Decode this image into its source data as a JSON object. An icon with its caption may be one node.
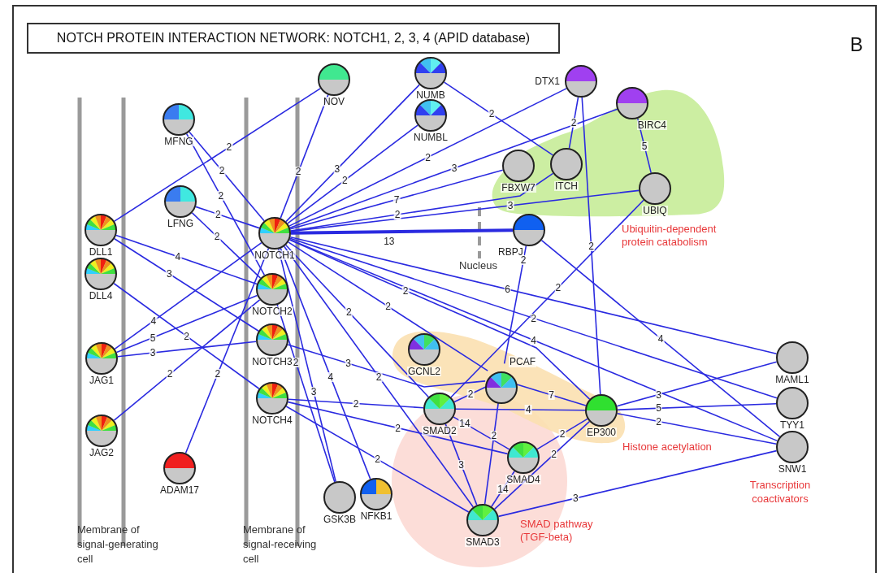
{
  "diagram": {
    "title": "NOTCH PROTEIN INTERACTION NETWORK: NOTCH1, 2, 3, 4 (APID database)",
    "nodes": [
      {
        "text": [
          "NOV"
        ]
      },
      {
        "text": [
          "NUMB"
        ]
      },
      {
        "text": [
          "NUMBL"
        ]
      },
      {
        "text": [
          "DTX1"
        ]
      },
      {
        "text": [
          "Ubiquitin-dependent protein catabolism"
        ]
      },
      {
        "text": [
          "BIRC4"
        ],
        "in": 4
      },
      {
        "text": [
          "MFNG"
        ]
      },
      {
        "text": [
          "FBXW7"
        ],
        "in": 4
      },
      {
        "text": [
          "ITCH"
        ],
        "in": 4
      },
      {
        "text": [
          "UBIQ"
        ],
        "in": 4
      },
      {
        "text": [
          "LFNG"
        ]
      },
      {
        "text": [
          "DLL1"
        ]
      },
      {
        "text": [
          "NOTCH1"
        ]
      },
      {
        "text": [
          "RBPJ"
        ]
      },
      {
        "text": [
          "DLL4"
        ]
      },
      {
        "text": [
          "NOTCH2"
        ]
      },
      {
        "text": [
          "NOTCH3"
        ]
      },
      {
        "text": [
          "Histone acetylation"
        ]
      },
      {
        "text": [
          "GCNL2"
        ],
        "in": 17
      },
      {
        "text": [
          "PCAF"
        ],
        "in": 17
      },
      {
        "text": [
          "JAG1"
        ]
      },
      {
        "text": [
          "MAML1"
        ]
      },
      {
        "text": [
          "NOTCH4"
        ]
      },
      {
        "text": [
          "SMAD pathway (TGF-beta)"
        ]
      },
      {
        "text": [
          "SMAD2"
        ],
        "in": 23
      },
      {
        "text": [
          "EP300"
        ],
        "in": 17
      },
      {
        "text": [
          "TYY1"
        ]
      },
      {
        "text": [
          "JAG2"
        ]
      },
      {
        "text": [
          "SMAD4"
        ],
        "in": 23
      },
      {
        "text": [
          "SNW1"
        ]
      },
      {
        "text": [
          "ADAM17"
        ]
      },
      {
        "text": [
          "GSK3B"
        ]
      },
      {
        "text": [
          "NFKB1"
        ]
      },
      {
        "text": [
          "SMAD3"
        ],
        "in": 23
      }
    ],
    "edges": [
      {
        "from": 12,
        "to": 0,
        "arrow": "none",
        "label": "2"
      },
      {
        "from": 12,
        "to": 1,
        "arrow": "none",
        "label": "3"
      },
      {
        "from": 12,
        "to": 2,
        "arrow": "none",
        "label": "2"
      },
      {
        "from": 12,
        "to": 3,
        "arrow": "none",
        "label": "2"
      },
      {
        "from": 12,
        "to": 5,
        "arrow": "none",
        "label": "3"
      },
      {
        "from": 12,
        "to": 7,
        "arrow": "none",
        "label": "7"
      },
      {
        "from": 12,
        "to": 8,
        "arrow": "none",
        "label": "2"
      },
      {
        "from": 12,
        "to": 9,
        "arrow": "none",
        "label": "3"
      },
      {
        "from": 12,
        "to": 13,
        "arrow": "none",
        "label": "13",
        "style": "thick"
      },
      {
        "from": 6,
        "to": 12,
        "arrow": "none",
        "label": "2"
      },
      {
        "from": 6,
        "to": 15,
        "arrow": "none",
        "label": "2"
      },
      {
        "from": 10,
        "to": 12,
        "arrow": "none",
        "label": "2"
      },
      {
        "from": 10,
        "to": 15,
        "arrow": "none",
        "label": "2"
      },
      {
        "from": 11,
        "to": 0,
        "arrow": "none",
        "label": "2"
      },
      {
        "from": 11,
        "to": 15,
        "arrow": "none",
        "label": "4"
      },
      {
        "from": 11,
        "to": 16,
        "arrow": "none",
        "label": "3"
      },
      {
        "from": 14,
        "to": 22,
        "arrow": "none",
        "label": "2"
      },
      {
        "from": 20,
        "to": 12,
        "arrow": "none",
        "label": "4"
      },
      {
        "from": 20,
        "to": 15,
        "arrow": "none",
        "label": "5"
      },
      {
        "from": 20,
        "to": 16,
        "arrow": "none",
        "label": "3"
      },
      {
        "from": 27,
        "to": 15,
        "arrow": "none",
        "label": "2"
      },
      {
        "from": 30,
        "to": 12,
        "arrow": "none",
        "label": "2"
      },
      {
        "from": 12,
        "to": 31,
        "arrow": "none",
        "label": "3"
      },
      {
        "from": 12,
        "to": 32,
        "arrow": "none",
        "label": "4"
      },
      {
        "from": 15,
        "to": 31,
        "arrow": "none",
        "label": "2"
      },
      {
        "from": 12,
        "to": 24,
        "arrow": "none",
        "label": "2"
      },
      {
        "from": 12,
        "to": 19,
        "arrow": "none",
        "label": "2"
      },
      {
        "from": 12,
        "to": 25,
        "arrow": "none",
        "label": "2"
      },
      {
        "from": 12,
        "to": 33,
        "arrow": "none",
        "label": "2"
      },
      {
        "from": 12,
        "to": 21,
        "arrow": "none",
        "label": "6"
      },
      {
        "from": 12,
        "to": 26,
        "arrow": "none",
        "label": "2"
      },
      {
        "from": 12,
        "to": 29,
        "arrow": "none",
        "label": "4"
      },
      {
        "from": 16,
        "to": 19,
        "arrow": "none",
        "label": "3"
      },
      {
        "from": 22,
        "to": 24,
        "arrow": "none",
        "label": "2"
      },
      {
        "from": 22,
        "to": 28,
        "arrow": "none",
        "label": "2"
      },
      {
        "from": 22,
        "to": 33,
        "arrow": "none",
        "label": "2"
      },
      {
        "from": 13,
        "to": 19,
        "arrow": "none",
        "label": "2"
      },
      {
        "from": 13,
        "to": 29,
        "arrow": "none",
        "label": "4"
      },
      {
        "from": 9,
        "to": 24,
        "arrow": "none",
        "label": "2"
      },
      {
        "from": 3,
        "to": 25,
        "arrow": "none",
        "label": "2"
      },
      {
        "from": 3,
        "to": 8,
        "arrow": "none",
        "label": "2"
      },
      {
        "from": 5,
        "to": 9,
        "arrow": "none",
        "label": "5"
      },
      {
        "from": 1,
        "to": 8,
        "arrow": "none",
        "label": "2"
      },
      {
        "from": 19,
        "to": 24,
        "arrow": "none",
        "label": "2"
      },
      {
        "from": 19,
        "to": 25,
        "arrow": "none",
        "label": "7"
      },
      {
        "from": 24,
        "to": 25,
        "arrow": "none",
        "label": "4"
      },
      {
        "from": 24,
        "to": 28,
        "arrow": "none",
        "label": "14"
      },
      {
        "from": 24,
        "to": 33,
        "arrow": "none",
        "label": "3"
      },
      {
        "from": 19,
        "to": 33,
        "arrow": "none",
        "label": "2"
      },
      {
        "from": 28,
        "to": 25,
        "arrow": "none",
        "label": "2"
      },
      {
        "from": 33,
        "to": 25,
        "arrow": "none",
        "label": "2"
      },
      {
        "from": 33,
        "to": 28,
        "arrow": "none",
        "label": "14"
      },
      {
        "from": 33,
        "to": 29,
        "arrow": "none",
        "label": "3"
      },
      {
        "from": 25,
        "to": 21,
        "arrow": "none",
        "label": "3"
      },
      {
        "from": 25,
        "to": 26,
        "arrow": "none",
        "label": "5"
      },
      {
        "from": 25,
        "to": 29,
        "arrow": "none",
        "label": "2"
      }
    ],
    "labels": [
      "B",
      "Nucleus",
      "Membrane of signal-generating cell",
      "Membrane of signal-receiving cell",
      "Transcription coactivators"
    ]
  }
}
